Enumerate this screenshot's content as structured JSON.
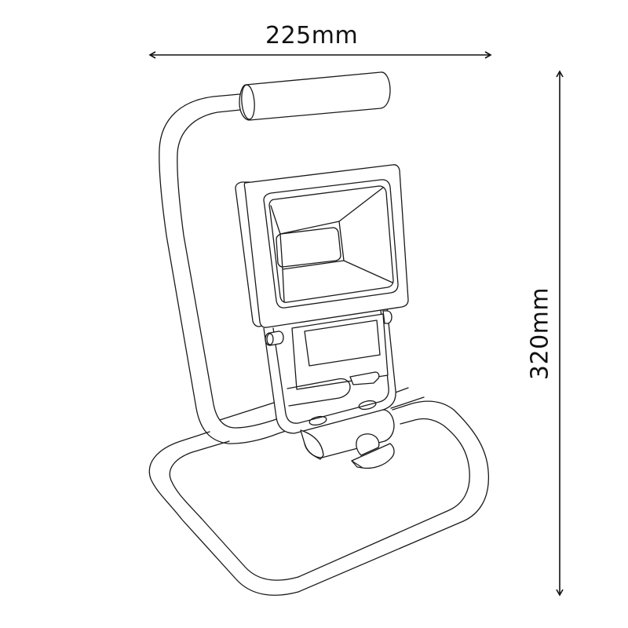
{
  "diagram": {
    "subject": "Portable LED floodlight on tubular stand",
    "line_color": "#1a1a1a",
    "background": "#ffffff",
    "dimensions": {
      "width": {
        "label": "225mm",
        "orientation": "horizontal"
      },
      "height": {
        "label": "320mm",
        "orientation": "vertical"
      }
    },
    "parts": [
      "carry-handle",
      "tubular-frame",
      "floodlight-housing",
      "led-reflector",
      "led-chip-panel",
      "mounting-bracket",
      "junction-box",
      "pivot-bolt",
      "adjustment-knob",
      "base-loop"
    ]
  }
}
